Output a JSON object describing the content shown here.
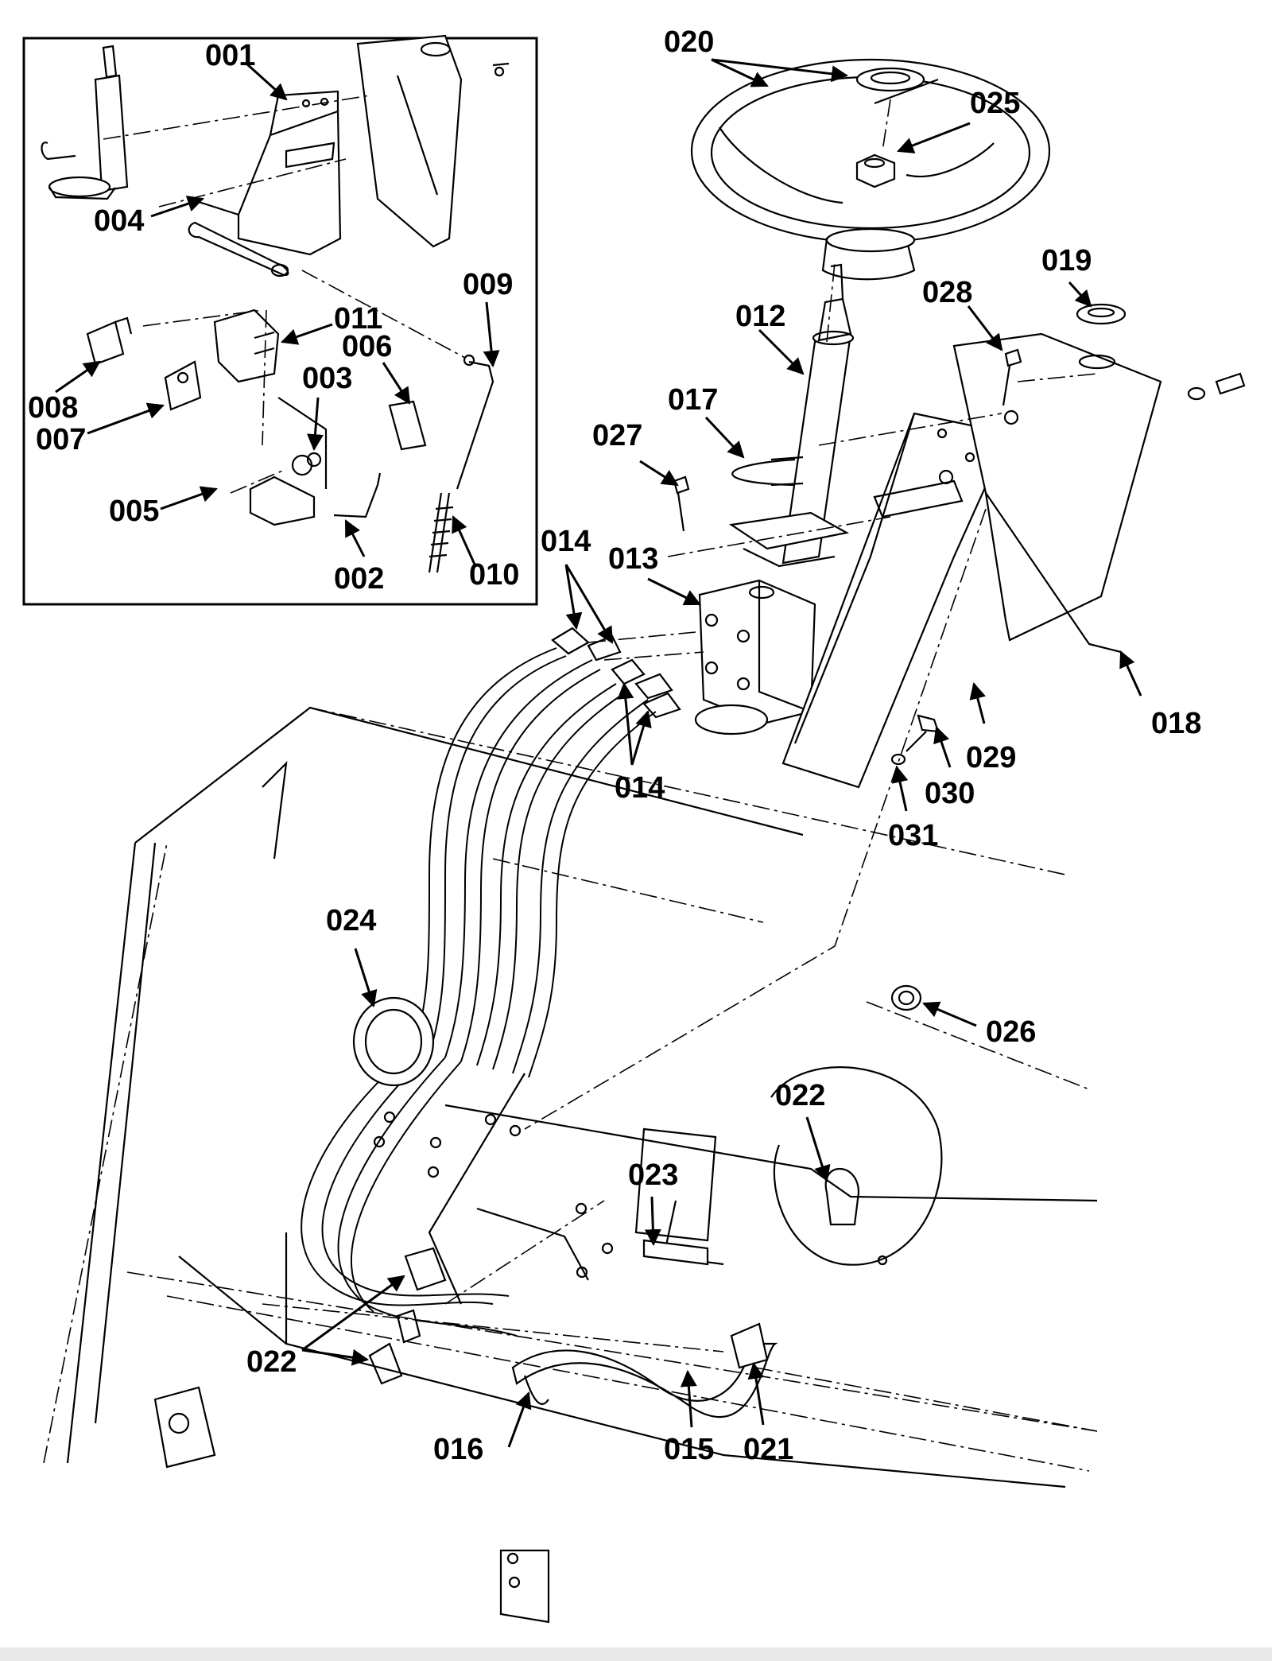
{
  "callouts": [
    {
      "id": "001",
      "label": "001"
    },
    {
      "id": "002",
      "label": "002"
    },
    {
      "id": "003",
      "label": "003"
    },
    {
      "id": "004",
      "label": "004"
    },
    {
      "id": "005",
      "label": "005"
    },
    {
      "id": "006",
      "label": "006"
    },
    {
      "id": "007",
      "label": "007"
    },
    {
      "id": "008",
      "label": "008"
    },
    {
      "id": "009",
      "label": "009"
    },
    {
      "id": "010",
      "label": "010"
    },
    {
      "id": "011",
      "label": "011"
    },
    {
      "id": "012",
      "label": "012"
    },
    {
      "id": "013",
      "label": "013"
    },
    {
      "id": "014a",
      "label": "014"
    },
    {
      "id": "014b",
      "label": "014"
    },
    {
      "id": "015",
      "label": "015"
    },
    {
      "id": "016",
      "label": "016"
    },
    {
      "id": "017",
      "label": "017"
    },
    {
      "id": "018",
      "label": "018"
    },
    {
      "id": "019",
      "label": "019"
    },
    {
      "id": "020",
      "label": "020"
    },
    {
      "id": "021",
      "label": "021"
    },
    {
      "id": "022a",
      "label": "022"
    },
    {
      "id": "022b",
      "label": "022"
    },
    {
      "id": "023",
      "label": "023"
    },
    {
      "id": "024",
      "label": "024"
    },
    {
      "id": "025",
      "label": "025"
    },
    {
      "id": "026",
      "label": "026"
    },
    {
      "id": "027",
      "label": "027"
    },
    {
      "id": "028",
      "label": "028"
    },
    {
      "id": "029",
      "label": "029"
    },
    {
      "id": "030",
      "label": "030"
    },
    {
      "id": "031",
      "label": "031"
    }
  ],
  "colors": {
    "ink": "#000000",
    "paper": "#ffffff"
  }
}
